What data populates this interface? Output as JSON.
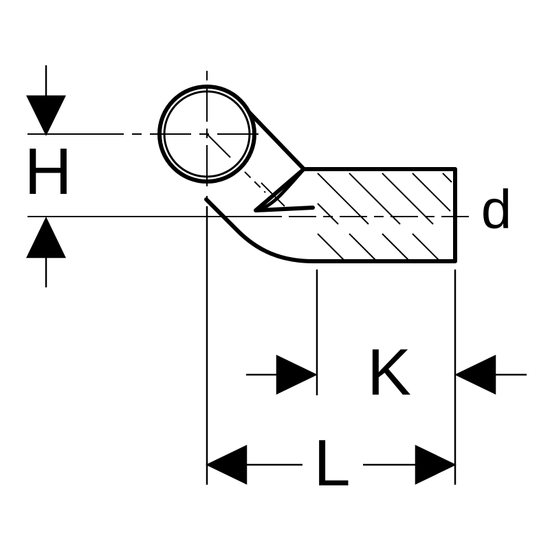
{
  "labels": {
    "H": "H",
    "d": "d",
    "K": "K",
    "L": "L"
  },
  "colors": {
    "line": "#000000",
    "background": "#ffffff"
  }
}
